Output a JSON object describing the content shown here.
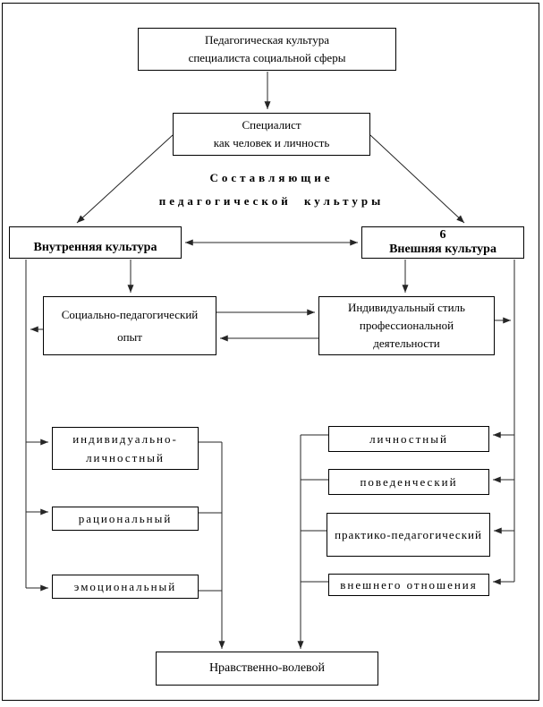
{
  "colors": {
    "background": "#ffffff",
    "box_border": "#000000",
    "connector_line": "#262626",
    "text": "#000000"
  },
  "diagram": {
    "root": {
      "lines": [
        "Педагогическая культура",
        "специалиста социальной сферы"
      ]
    },
    "specialist": {
      "lines": [
        "Специалист",
        "как человек и личность"
      ]
    },
    "heading": {
      "lines": [
        "Составляющие",
        "педагогической культуры"
      ]
    },
    "inner": {
      "label": "Внутренняя культура"
    },
    "outer": {
      "number": "6",
      "label": "Внешняя культура"
    },
    "soc_ped": {
      "lines": [
        "Социально-педагогический",
        "опыт"
      ]
    },
    "indiv_style": {
      "lines": [
        "Индивидуальный стиль",
        "профессиональной",
        "деятельности"
      ]
    },
    "inner_components": [
      {
        "lines": [
          "индивидуально-",
          "личностный"
        ]
      },
      {
        "lines": [
          "рациональный"
        ]
      },
      {
        "lines": [
          "эмоциональный"
        ]
      }
    ],
    "outer_components": [
      {
        "lines": [
          "личностный"
        ]
      },
      {
        "lines": [
          "поведенческий"
        ]
      },
      {
        "lines": [
          "практико-педагогический"
        ]
      },
      {
        "lines": [
          "внешнего отношения"
        ]
      }
    ],
    "moral": {
      "label": "Нравственно-волевой"
    }
  }
}
